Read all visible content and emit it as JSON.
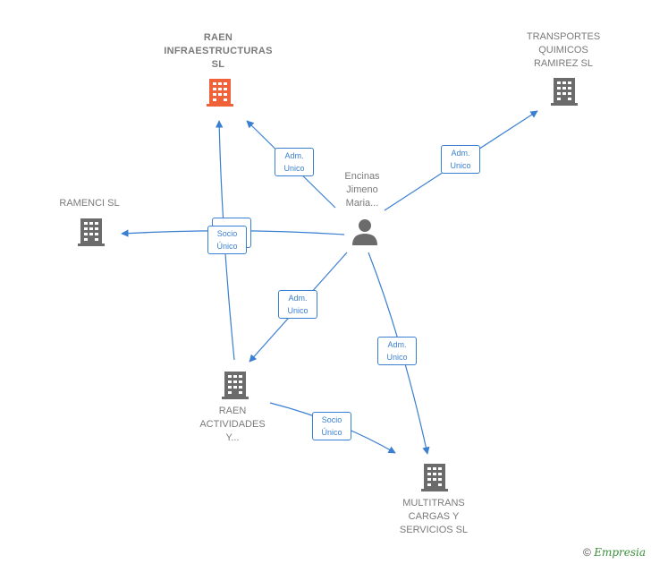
{
  "colors": {
    "edge": "#3a7fd0",
    "building": "#6b6b6b",
    "building_highlight": "#f0623a",
    "person": "#6b6b6b"
  },
  "nodes": {
    "raen_infra": {
      "label": "RAEN\nINFRAESTRUCTURAS\nSL",
      "icon": "building-icon",
      "highlight": true
    },
    "transportes": {
      "label": "TRANSPORTES\nQUIMICOS\nRAMIREZ SL",
      "icon": "building-icon"
    },
    "ramenci": {
      "label": "RAMENCI SL",
      "icon": "building-icon"
    },
    "encinas": {
      "label": "Encinas\nJimeno\nMaria...",
      "icon": "person-icon"
    },
    "raen_act": {
      "label": "RAEN\nACTIVIDADES\nY...",
      "icon": "building-icon"
    },
    "multitrans": {
      "label": "MULTITRANS\nCARGAS Y\nSERVICIOS  SL",
      "icon": "building-icon"
    }
  },
  "edge_labels": {
    "adm1": "Adm.\nUnico",
    "adm2": "Adm.\nUnico",
    "adm3": "Adm.\nUnico",
    "adm4": "Adm.\nUnico",
    "socio1": "Socio\nÚnico",
    "socio2": "Socio\nÚnico"
  },
  "footer": {
    "copyright": "©",
    "brand": "Empresia"
  }
}
